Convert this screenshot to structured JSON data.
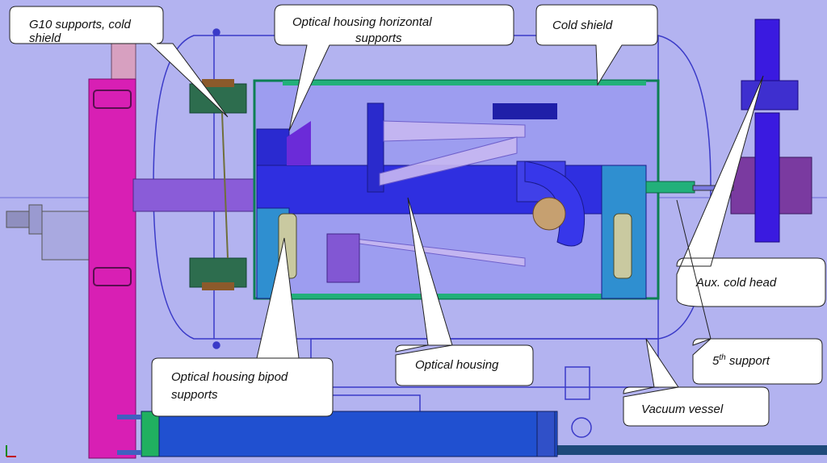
{
  "callouts": {
    "g10_supports": {
      "line1": "G10 supports, cold",
      "line2": "shield"
    },
    "optical_horizontal": {
      "line1": "Optical housing horizontal",
      "line2": "supports"
    },
    "cold_shield": {
      "line1": "Cold shield"
    },
    "aux_cold_head": {
      "line1": "Aux. cold head"
    },
    "fifth_support": {
      "pre": "5",
      "sup": "th",
      "post": " support"
    },
    "optical_housing": {
      "line1": "Optical housing"
    },
    "bipod_supports": {
      "line1": "Optical housing bipod",
      "line2": "supports"
    },
    "vacuum_vessel": {
      "line1": "Vacuum vessel"
    }
  },
  "colors": {
    "background": "#b3b3f0",
    "vessel_outline": "#3a3ac8",
    "magenta_flange": "#d81fb4",
    "blue_optics": "#2b2bd6",
    "green_shield": "#22b07a",
    "dark_base": "#1a4f9e"
  }
}
